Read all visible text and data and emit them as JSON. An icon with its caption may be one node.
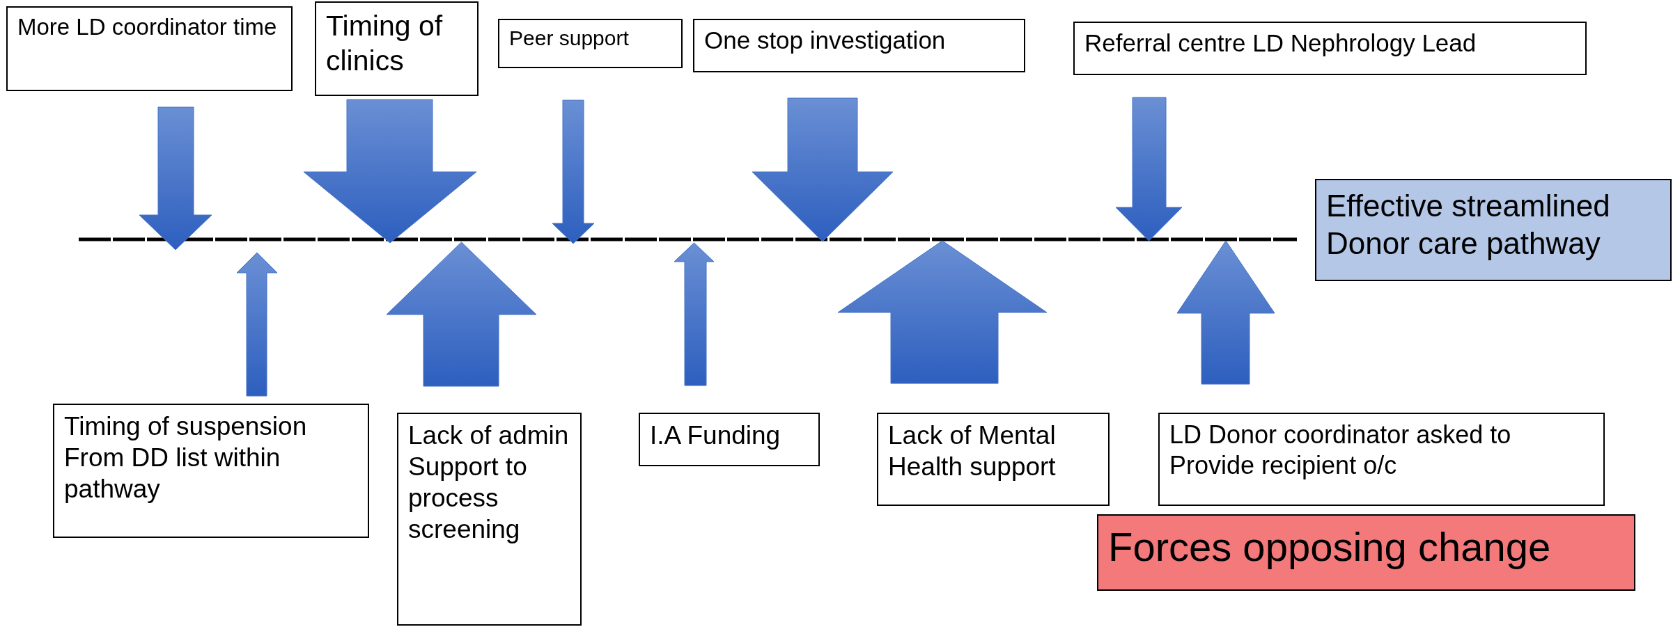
{
  "diagram": {
    "nodes": [
      {
        "text": [
          "More LD coordinator time"
        ]
      },
      {
        "text": [
          "Timing of clinics"
        ]
      },
      {
        "text": [
          "Peer support"
        ]
      },
      {
        "text": [
          "One stop investigation"
        ]
      },
      {
        "text": [
          "Referral centre LD Nephrology Lead"
        ]
      },
      {
        "text": [
          "Effective streamlined Donor care pathway"
        ]
      },
      {
        "text": [
          "Timing of suspension From DD list within pathway"
        ]
      },
      {
        "text": [
          "Lack of admin Support to process screening"
        ]
      },
      {
        "text": [
          "I.A Funding"
        ]
      },
      {
        "text": [
          "Lack of Mental Health support"
        ]
      },
      {
        "text": [
          "LD Donor coordinator asked to Provide recipient o/c"
        ]
      },
      {
        "text": [
          "Forces opposing change"
        ]
      }
    ]
  }
}
